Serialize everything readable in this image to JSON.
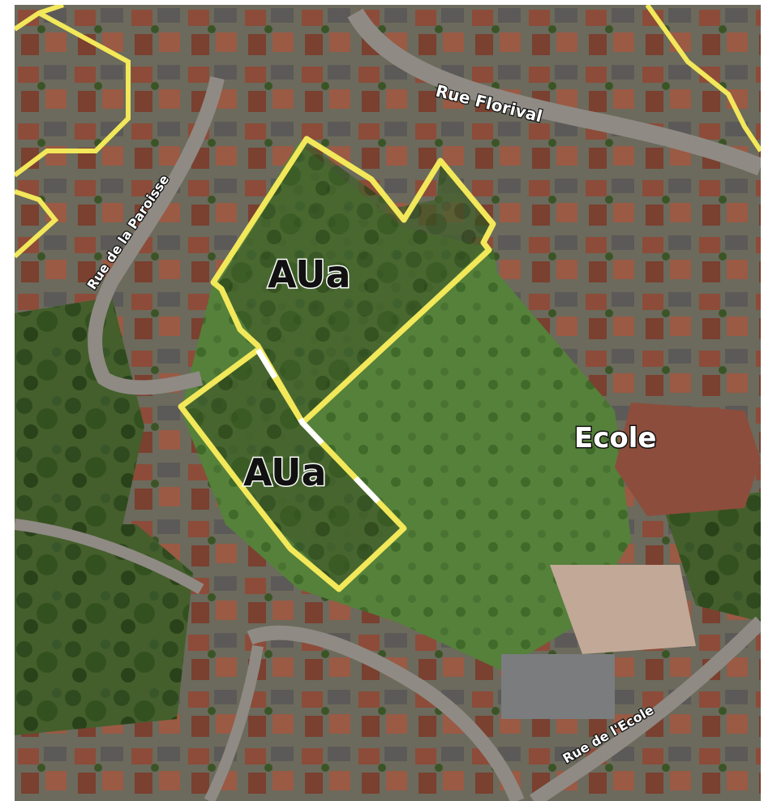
{
  "map": {
    "zones": [
      {
        "id": "north",
        "label": "AUa"
      },
      {
        "id": "south",
        "label": "AUa"
      }
    ],
    "poi": [
      {
        "label": "Ecole"
      }
    ],
    "streets": [
      {
        "label": "Rue Florival"
      },
      {
        "label": "Rue de la Paroisse"
      },
      {
        "label": "Rue de l'Ecole"
      }
    ],
    "colors": {
      "zone_boundary": "#f2e85a",
      "zone_boundary_alt": "#ffffff",
      "vegetation": "#3f5a2a",
      "meadow": "#4d7a33",
      "roofs": "#8a4a38",
      "roads": "#8f8a84"
    }
  }
}
